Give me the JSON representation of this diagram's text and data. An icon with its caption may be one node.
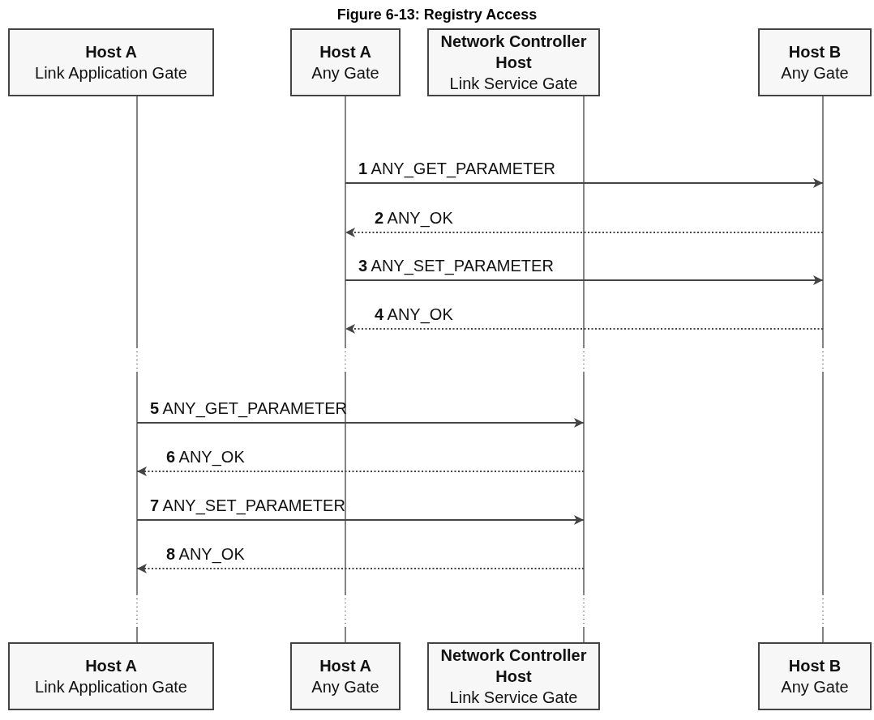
{
  "diagram": {
    "title": "Figure 6-13: Registry Access",
    "nodes": [
      {
        "text": [
          "Host A",
          "Link Application Gate"
        ]
      },
      {
        "text": [
          "Host A",
          "Any Gate"
        ]
      },
      {
        "text": [
          "Network Controller Host",
          "Link Service Gate"
        ]
      },
      {
        "text": [
          "Host B",
          "Any Gate"
        ]
      },
      {
        "text": [],
        "shape": "line"
      },
      {
        "text": [],
        "shape": "line"
      },
      {
        "text": [],
        "shape": "line"
      },
      {
        "text": [],
        "shape": "line"
      },
      {
        "text": [
          "Host A",
          "Link Application Gate"
        ]
      },
      {
        "text": [
          "Host A",
          "Any Gate"
        ]
      },
      {
        "text": [
          "Network Controller Host",
          "Link Service Gate"
        ]
      },
      {
        "text": [
          "Host B",
          "Any Gate"
        ]
      }
    ],
    "edges": [
      {
        "from": 5,
        "to": 7,
        "arrow": "to",
        "label": "**1** ANY_GET_PARAMETER"
      },
      {
        "from": 7,
        "to": 5,
        "arrow": "to",
        "label": "**2** ANY_OK",
        "style": "dashed"
      },
      {
        "from": 5,
        "to": 7,
        "arrow": "to",
        "label": "**3** ANY_SET_PARAMETER"
      },
      {
        "from": 7,
        "to": 5,
        "arrow": "to",
        "label": "**4** ANY_OK",
        "style": "dashed"
      },
      {
        "from": 4,
        "to": 6,
        "arrow": "to",
        "label": "**5** ANY_GET_PARAMETER"
      },
      {
        "from": 6,
        "to": 4,
        "arrow": "to",
        "label": "**6** ANY_OK",
        "style": "dashed"
      },
      {
        "from": 4,
        "to": 6,
        "arrow": "to",
        "label": "**7** ANY_SET_PARAMETER"
      },
      {
        "from": 6,
        "to": 4,
        "arrow": "to",
        "label": "**8** ANY_OK",
        "style": "dashed"
      }
    ]
  }
}
